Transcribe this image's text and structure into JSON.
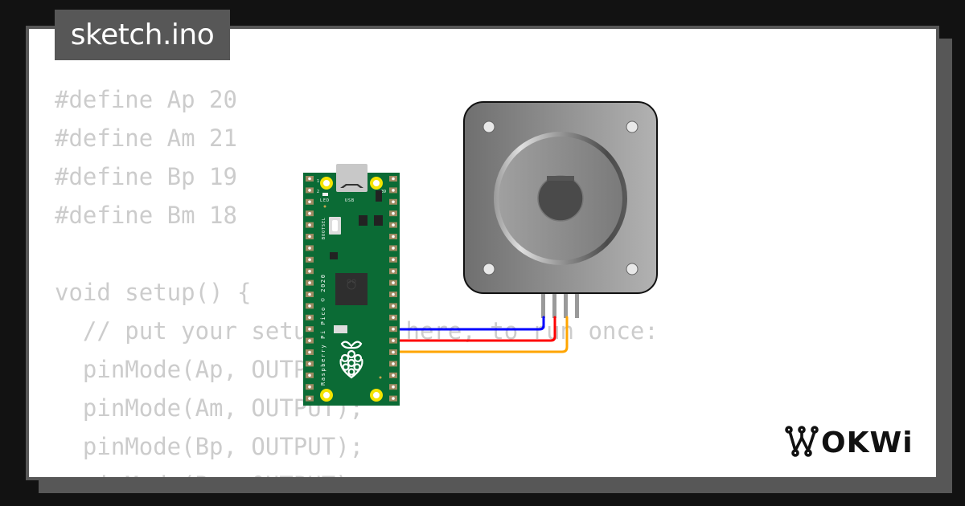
{
  "tab": {
    "filename": "sketch.ino"
  },
  "code": {
    "lines": [
      "#define Ap 20",
      "#define Am 21",
      "#define Bp 19",
      "#define Bm 18",
      "",
      "void setup() {",
      "  // put your setup code here, to run once:",
      "  pinMode(Ap, OUTPUT);",
      "  pinMode(Am, OUTPUT);",
      "  pinMode(Bp, OUTPUT);",
      "  pinMode(Bm, OUTPUT);"
    ]
  },
  "board": {
    "name": "Raspberry Pi Pico",
    "silkscreen": "Raspberry Pi Pico © 2020",
    "labels": {
      "led": "LED",
      "usb": "USB",
      "bootsel": "BOOTSEL",
      "pin1": "1",
      "pin2": "2",
      "pin39": "39"
    },
    "color": "#0b6b35"
  },
  "motor": {
    "name": "stepper-motor"
  },
  "wires": [
    {
      "name": "wire-blue",
      "color": "#0000ff"
    },
    {
      "name": "wire-red",
      "color": "#ff0000"
    },
    {
      "name": "wire-orange",
      "color": "#ffa500"
    }
  ],
  "brand": {
    "logo_text": "WOKWi"
  },
  "colors": {
    "background": "#121212",
    "panel": "#575757",
    "code_text": "#cccccc",
    "canvas": "#ffffff"
  }
}
